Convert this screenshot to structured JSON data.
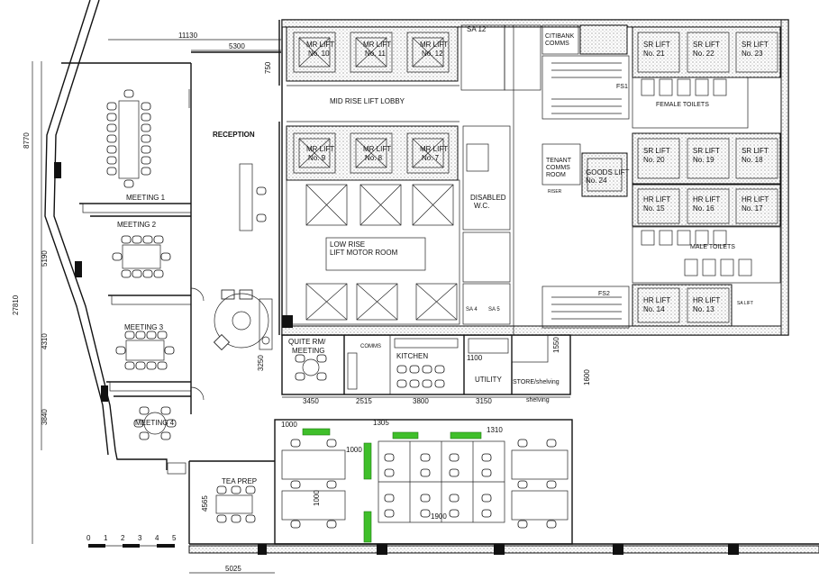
{
  "rooms": {
    "reception": "RECEPTION",
    "mid_rise_lobby": "MID RISE LIFT LOBBY",
    "low_rise_motor_1": "LOW RISE",
    "low_rise_motor_2": "LIFT MOTOR ROOM",
    "meeting_1": "MEETING 1",
    "meeting_2": "MEETING 2",
    "meeting_3": "MEETING 3",
    "meeting_4": "MEETING 4",
    "quiet_room_1": "QUITE RM/",
    "quiet_room_2": "MEETING",
    "comms": "COMMS",
    "kitchen": "KITCHEN",
    "utility": "UTILITY",
    "store": "STORE/shelving",
    "shelving": "shelving",
    "tea_prep": "TEA PREP",
    "disabled_wc_1": "DISABLED",
    "disabled_wc_2": "W.C.",
    "female_toilets": "FEMALE TOILETS",
    "male_toilets": "MALE TOILETS",
    "citibank_comms_1": "CITIBANK",
    "citibank_comms_2": "COMMS",
    "tenant_comms_1": "TENANT",
    "tenant_comms_2": "COMMS",
    "tenant_comms_3": "ROOM",
    "goods_lift_1": "GOODS LIFT",
    "goods_lift_2": "No. 24"
  },
  "mr_lifts_top": [
    {
      "l1": "MR LIFT",
      "l2": "No. 10"
    },
    {
      "l1": "MR LIFT",
      "l2": "No. 11"
    },
    {
      "l1": "MR LIFT",
      "l2": "No. 12"
    }
  ],
  "mr_lifts_bottom": [
    {
      "l1": "MR LIFT",
      "l2": "No. 9"
    },
    {
      "l1": "MR LIFT",
      "l2": "No. 8"
    },
    {
      "l1": "MR LIFT",
      "l2": "No. 7"
    }
  ],
  "sr_lifts": [
    {
      "l1": "SR LIFT",
      "l2": "No. 21"
    },
    {
      "l1": "SR LIFT",
      "l2": "No. 22"
    },
    {
      "l1": "SR LIFT",
      "l2": "No. 23"
    },
    {
      "l1": "SR LIFT",
      "l2": "No. 20"
    },
    {
      "l1": "SR LIFT",
      "l2": "No. 19"
    },
    {
      "l1": "SR LIFT",
      "l2": "No. 18"
    }
  ],
  "hr_lifts": [
    {
      "l1": "HR LIFT",
      "l2": "No. 15"
    },
    {
      "l1": "HR LIFT",
      "l2": "No. 16"
    },
    {
      "l1": "HR LIFT",
      "l2": "No. 17"
    },
    {
      "l1": "HR LIFT",
      "l2": "No. 14"
    },
    {
      "l1": "HR LIFT",
      "l2": "No. 13"
    }
  ],
  "shaft_tags": {
    "sa12": "SA 12",
    "sa4": "SA 4",
    "sa5": "SA 5",
    "fs1": "FS1",
    "fs2": "FS2",
    "riser": "RISER",
    "sa_lift": "SA LIFT"
  },
  "dimensions": {
    "top_11130": "11130",
    "top_5300": "5300",
    "left_8770": "8770",
    "left_5190": "5190",
    "left_4310": "4310",
    "left_3840": "3840",
    "left_27810": "27810",
    "d_750": "750",
    "d_3250": "3250",
    "d_1550": "1550",
    "d_1600": "1600",
    "d_1100": "1100",
    "row_3450": "3450",
    "row_2515": "2515",
    "row_3800": "3800",
    "row_3150": "3150",
    "ws_1000a": "1000",
    "ws_1305": "1305",
    "ws_1310": "1310",
    "ws_1000b": "1000",
    "ws_1000c": "1000",
    "ws_1900": "1900",
    "d_4565": "4565",
    "bottom_5025": "5025"
  },
  "scale": {
    "ticks": [
      "0",
      "1",
      "2",
      "3",
      "4",
      "5"
    ]
  }
}
